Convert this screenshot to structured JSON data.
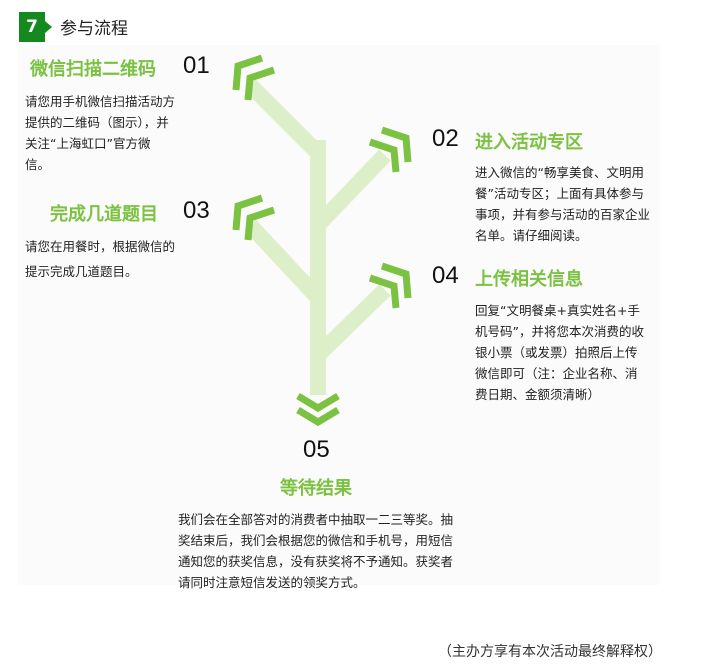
{
  "section": {
    "number": "7",
    "title": "参与流程"
  },
  "steps": [
    {
      "num": "01",
      "title": "微信扫描二维码",
      "text": "请您用手机微信扫描活动方提供的二维码（图示），并关注“上海虹口”官方微信。"
    },
    {
      "num": "02",
      "title": "进入活动专区",
      "text": "进入微信的“畅享美食、文明用餐”活动专区；上面有具体参与事项，并有参与活动的百家企业名单。请仔细阅读。"
    },
    {
      "num": "03",
      "title": "完成几道题目",
      "text": "请您在用餐时，根据微信的提示完成几道题目。"
    },
    {
      "num": "04",
      "title": "上传相关信息",
      "text": "回复“文明餐桌+真实姓名+手机号码”，并将您本次消费的收银小票（或发票）拍照后上传微信即可（注：企业名称、消费日期、金额须清晰）"
    },
    {
      "num": "05",
      "title": "等待结果",
      "text": "我们会在全部答对的消费者中抽取一二三等奖。抽奖结束后，我们会根据您的微信和手机号，用短信通知您的获奖信息，没有获奖将不予通知。获奖者请同时注意短信发送的领奖方式。"
    }
  ],
  "footer": "（主办方享有本次活动最终解释权）",
  "colors": {
    "accent": "#7cc242",
    "badge": "#148a1e",
    "branch": "#dcefc8"
  }
}
